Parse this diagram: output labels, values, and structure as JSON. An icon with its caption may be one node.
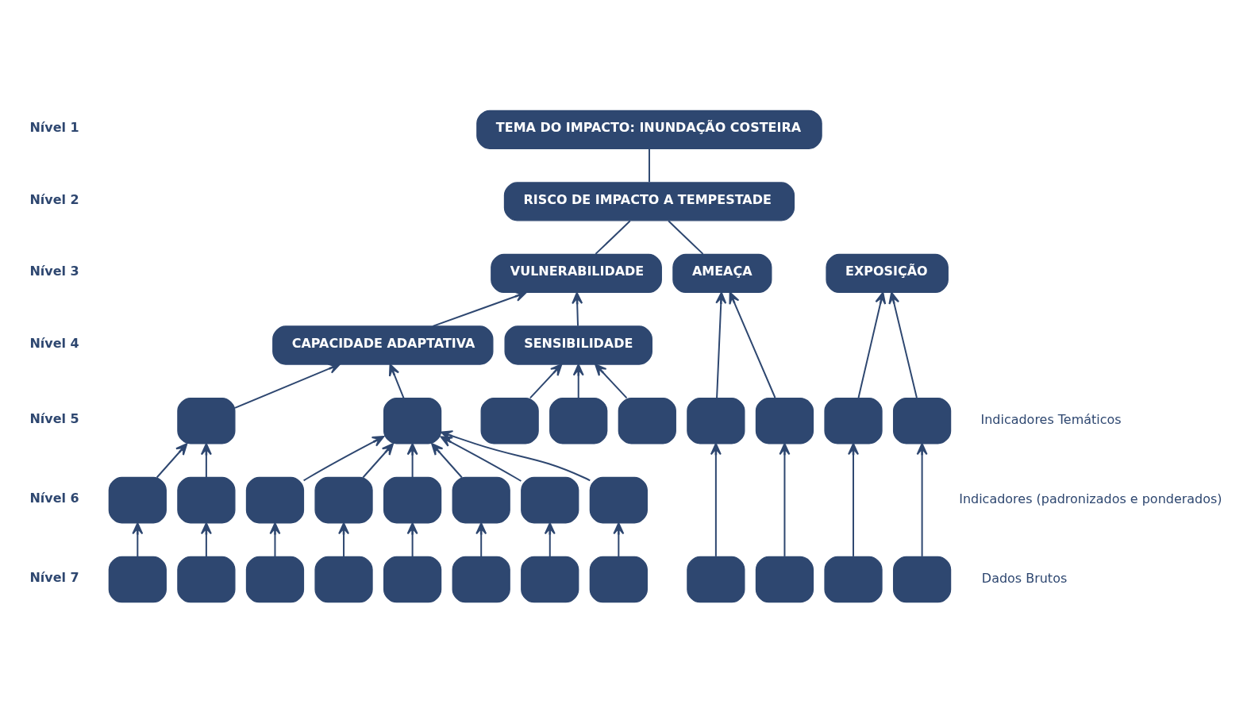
{
  "diagram": {
    "nodes": [
      {
        "text": [
          "TEMA DO IMPACTO: INUNDAÇÃO COSTEIRA"
        ]
      },
      {
        "text": [
          "RISCO DE IMPACTO A TEMPESTADE"
        ]
      },
      {
        "text": [
          "VULNERABILIDADE"
        ]
      },
      {
        "text": [
          "AMEAÇA"
        ]
      },
      {
        "text": [
          "EXPOSIÇÃO"
        ]
      },
      {
        "text": [
          "CAPACIDADE ADAPTATIVA"
        ]
      },
      {
        "text": [
          "SENSIBILIDADE"
        ]
      },
      {
        "text": [],
        "shape": "box"
      },
      {
        "text": [],
        "shape": "box"
      },
      {
        "text": [],
        "shape": "box"
      },
      {
        "text": [],
        "shape": "box"
      },
      {
        "text": [],
        "shape": "box"
      },
      {
        "text": [],
        "shape": "box"
      },
      {
        "text": [],
        "shape": "box"
      },
      {
        "text": [],
        "shape": "box"
      },
      {
        "text": [],
        "shape": "box"
      },
      {
        "text": [],
        "shape": "box"
      },
      {
        "text": [],
        "shape": "box"
      },
      {
        "text": [],
        "shape": "box"
      },
      {
        "text": [],
        "shape": "box"
      },
      {
        "text": [],
        "shape": "box"
      },
      {
        "text": [],
        "shape": "box"
      },
      {
        "text": [],
        "shape": "box"
      },
      {
        "text": [],
        "shape": "box"
      },
      {
        "text": [],
        "shape": "box"
      },
      {
        "text": [],
        "shape": "box"
      },
      {
        "text": [],
        "shape": "box"
      },
      {
        "text": [],
        "shape": "box"
      },
      {
        "text": [],
        "shape": "box"
      },
      {
        "text": [],
        "shape": "box"
      },
      {
        "text": [],
        "shape": "box"
      },
      {
        "text": [],
        "shape": "box"
      },
      {
        "text": [],
        "shape": "box"
      },
      {
        "text": [],
        "shape": "box"
      },
      {
        "text": [],
        "shape": "box"
      },
      {
        "text": [],
        "shape": "box"
      }
    ],
    "edges": [
      {
        "from": 0,
        "to": 1,
        "arrow": "none"
      },
      {
        "from": 1,
        "to": 2,
        "arrow": "none"
      },
      {
        "from": 1,
        "to": 3,
        "arrow": "none"
      },
      {
        "from": 5,
        "to": 2,
        "arrow": "to"
      },
      {
        "from": 6,
        "to": 2,
        "arrow": "to"
      },
      {
        "from": 7,
        "to": 5,
        "arrow": "to"
      },
      {
        "from": 8,
        "to": 5,
        "arrow": "to"
      },
      {
        "from": 9,
        "to": 6,
        "arrow": "to"
      },
      {
        "from": 10,
        "to": 6,
        "arrow": "to"
      },
      {
        "from": 11,
        "to": 6,
        "arrow": "to"
      },
      {
        "from": 12,
        "to": 3,
        "arrow": "to"
      },
      {
        "from": 13,
        "to": 3,
        "arrow": "to"
      },
      {
        "from": 14,
        "to": 4,
        "arrow": "to"
      },
      {
        "from": 15,
        "to": 4,
        "arrow": "to"
      },
      {
        "from": 16,
        "to": 7,
        "arrow": "to"
      },
      {
        "from": 17,
        "to": 7,
        "arrow": "to"
      },
      {
        "from": 18,
        "to": 8,
        "arrow": "to"
      },
      {
        "from": 19,
        "to": 8,
        "arrow": "to"
      },
      {
        "from": 20,
        "to": 8,
        "arrow": "to"
      },
      {
        "from": 21,
        "to": 8,
        "arrow": "to"
      },
      {
        "from": 22,
        "to": 8,
        "arrow": "to"
      },
      {
        "from": 23,
        "to": 8,
        "arrow": "to"
      },
      {
        "from": 24,
        "to": 16,
        "arrow": "to"
      },
      {
        "from": 25,
        "to": 17,
        "arrow": "to"
      },
      {
        "from": 26,
        "to": 18,
        "arrow": "to"
      },
      {
        "from": 27,
        "to": 19,
        "arrow": "to"
      },
      {
        "from": 28,
        "to": 20,
        "arrow": "to"
      },
      {
        "from": 29,
        "to": 21,
        "arrow": "to"
      },
      {
        "from": 30,
        "to": 22,
        "arrow": "to"
      },
      {
        "from": 31,
        "to": 23,
        "arrow": "to"
      },
      {
        "from": 32,
        "to": 12,
        "arrow": "to"
      },
      {
        "from": 33,
        "to": 13,
        "arrow": "to"
      },
      {
        "from": 34,
        "to": 14,
        "arrow": "to"
      },
      {
        "from": 35,
        "to": 15,
        "arrow": "to"
      }
    ],
    "labels": [
      "Nível 1",
      "Nível 2",
      "Nível 3",
      "Nível 4",
      "Nível 5",
      "Indicadores Temáticos",
      "Nível 6",
      "Indicadores (padronizados e ponderados)",
      "Nível 7",
      "Dados Brutos"
    ]
  }
}
